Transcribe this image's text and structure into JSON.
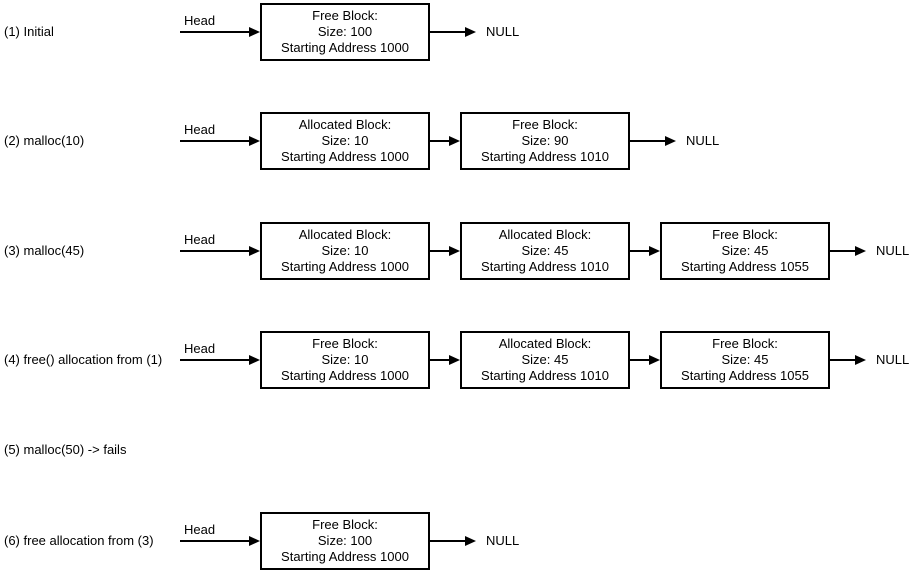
{
  "diagram": {
    "description": "Linked-list states of a memory allocator free list",
    "colors": {
      "line": "#000000",
      "text": "#000000",
      "background": "#ffffff",
      "box_fill": "#ffffff"
    },
    "rows": [
      {
        "label": "(1) Initial",
        "head_text": "Head",
        "null_text": "NULL",
        "boxes": [
          {
            "title": "Free Block:",
            "size": "Size: 100",
            "address": "Starting Address 1000"
          }
        ]
      },
      {
        "label": "(2) malloc(10)",
        "head_text": "Head",
        "null_text": "NULL",
        "boxes": [
          {
            "title": "Allocated Block:",
            "size": "Size: 10",
            "address": "Starting Address 1000"
          },
          {
            "title": "Free Block:",
            "size": "Size: 90",
            "address": "Starting Address 1010"
          }
        ]
      },
      {
        "label": "(3) malloc(45)",
        "head_text": "Head",
        "null_text": "NULL",
        "boxes": [
          {
            "title": "Allocated Block:",
            "size": "Size: 10",
            "address": "Starting Address 1000"
          },
          {
            "title": "Allocated Block:",
            "size": "Size: 45",
            "address": "Starting Address 1010"
          },
          {
            "title": "Free Block:",
            "size": "Size: 45",
            "address": "Starting Address 1055"
          }
        ]
      },
      {
        "label": "(4) free() allocation from (1)",
        "head_text": "Head",
        "null_text": "NULL",
        "boxes": [
          {
            "title": "Free Block:",
            "size": "Size: 10",
            "address": "Starting Address 1000"
          },
          {
            "title": "Allocated Block:",
            "size": "Size: 45",
            "address": "Starting Address 1010"
          },
          {
            "title": "Free Block:",
            "size": "Size: 45",
            "address": "Starting Address 1055"
          }
        ]
      },
      {
        "label": "(5) malloc(50) -> fails",
        "boxes": []
      },
      {
        "label": "(6) free allocation from (3)",
        "head_text": "Head",
        "null_text": "NULL",
        "boxes": [
          {
            "title": "Free Block:",
            "size": "Size: 100",
            "address": "Starting Address 1000"
          }
        ]
      }
    ]
  }
}
